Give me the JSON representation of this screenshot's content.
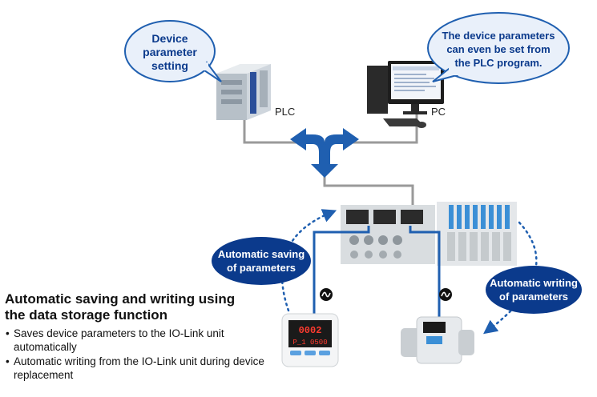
{
  "bubbles": {
    "device_parameter_setting": [
      "Device",
      "parameter",
      "setting"
    ],
    "plc_program_note": [
      "The device parameters",
      "can even be set from",
      "the PLC program."
    ],
    "automatic_saving": [
      "Automatic saving",
      "of parameters"
    ],
    "automatic_writing": [
      "Automatic writing",
      "of parameters"
    ]
  },
  "labels": {
    "plc": "PLC",
    "pc": "PC"
  },
  "sensor_display": {
    "top_value": "0002",
    "bottom_value": "P_1 0500"
  },
  "caption": {
    "title_line1": "Automatic saving and writing using",
    "title_line2": "the data storage function",
    "bullets": [
      "Saves device parameters to the IO-Link unit automatically",
      "Automatic writing from the IO-Link unit during device replacement"
    ]
  },
  "colors": {
    "dark_blue": "#0b3a8c",
    "accent_blue": "#1f5fb0",
    "light_bubble_fill": "#e9f0fa",
    "cable_gray": "#9a9a9a"
  }
}
